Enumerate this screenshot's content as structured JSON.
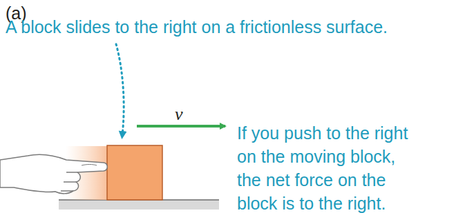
{
  "diagram": {
    "labels": [
      "(a)",
      "A block slides to the right on a frictionless surface.",
      "v",
      "If you push to the right on the moving block, the net force on the block is to the right."
    ]
  }
}
